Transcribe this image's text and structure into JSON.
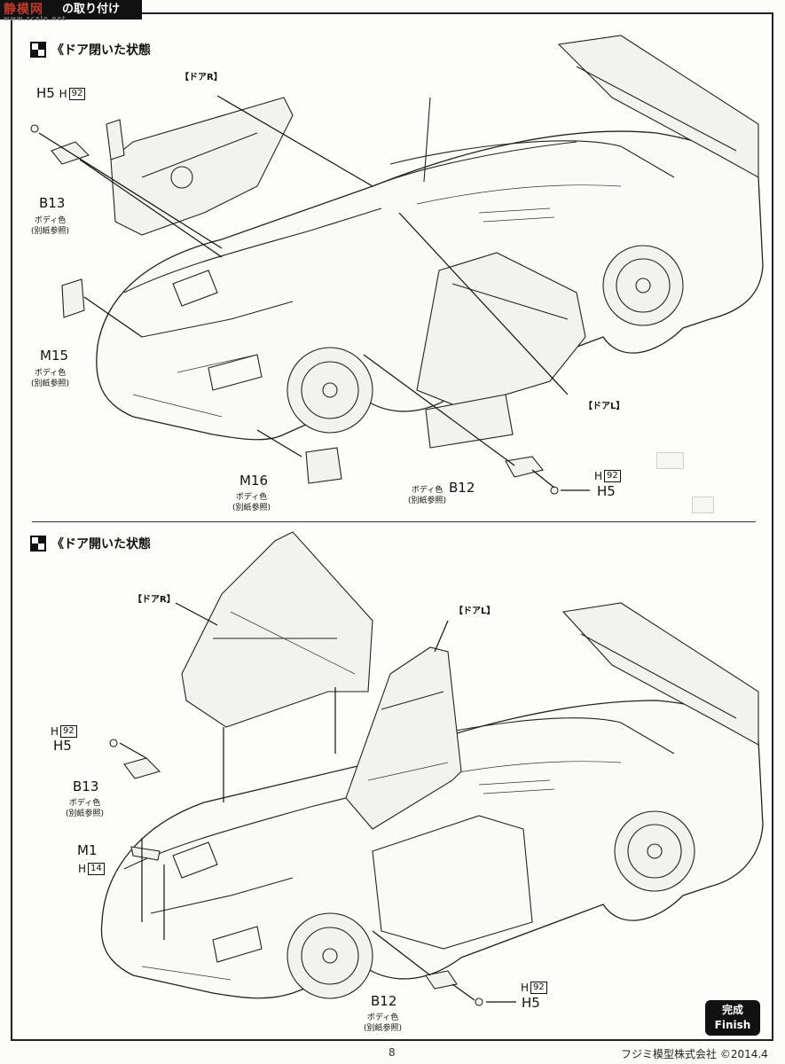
{
  "header": {
    "tab_title": "の取り付け",
    "watermark": "静模网",
    "watermark_sub": "www.scale.net"
  },
  "section_top": {
    "title": "《ドア閉いた状態",
    "labels": {
      "door_r": "【ドアR】",
      "door_l": "【ドアL】",
      "h5_top": "H5",
      "h_top": "H",
      "h_top_num": "92",
      "b13": "B13",
      "b13_color": "ボディ色",
      "b13_ref": "(別紙参照)",
      "m15": "M15",
      "m15_color": "ボディ色",
      "m15_ref": "(別紙参照)",
      "m16": "M16",
      "m16_color": "ボディ色",
      "m16_ref": "(別紙参照)",
      "b12": "B12",
      "b12_color": "ボディ色",
      "b12_ref": "(別紙参照)",
      "h5_bottom": "H5",
      "h_bottom": "H",
      "h_bottom_num": "92"
    }
  },
  "section_bottom": {
    "title": "《ドア開いた状態",
    "labels": {
      "door_r": "【ドアR】",
      "door_l": "【ドアL】",
      "h": "H",
      "h_num": "92",
      "h5": "H5",
      "b13": "B13",
      "b13_color": "ボディ色",
      "b13_ref": "(別紙参照)",
      "m1": "M1",
      "m1_h": "H",
      "m1_h_num": "14",
      "b12": "B12",
      "b12_color": "ボディ色",
      "b12_ref": "(別紙参照)",
      "h_right": "H",
      "h_right_num": "92",
      "h5_right": "H5"
    }
  },
  "finish": {
    "jp": "完成",
    "en": "Finish"
  },
  "footer": {
    "page": "8",
    "copyright": "フジミ模型株式会社 ©2014.4"
  }
}
